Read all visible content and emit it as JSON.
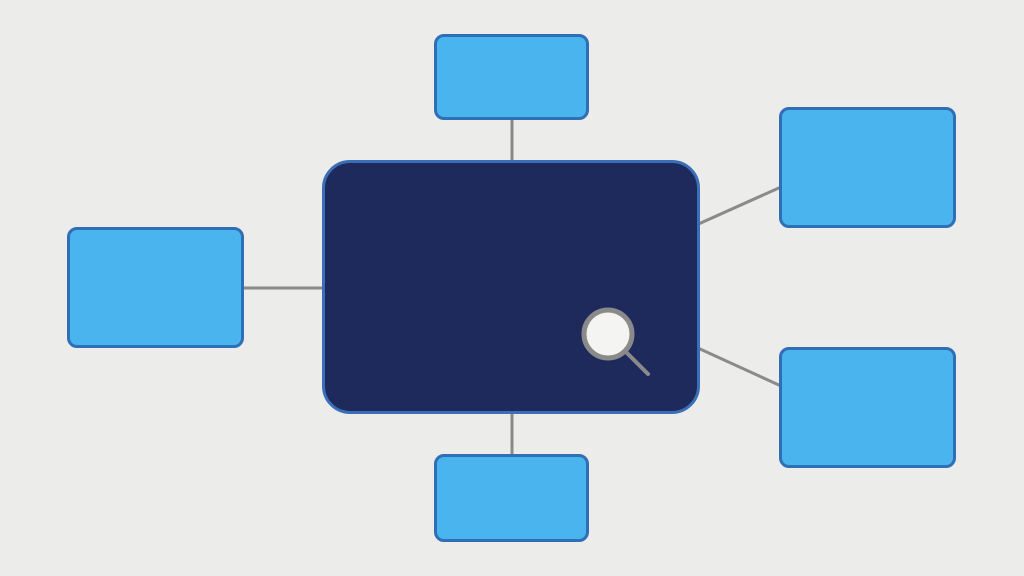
{
  "diagram": {
    "colors": {
      "background": "#ececea",
      "hub_fill": "#1f2a5c",
      "hub_border": "#3a6fb8",
      "node_fill": "#4ab4ee",
      "node_border": "#2f6fb5",
      "connector": "#8a8a8a",
      "search_ring": "#8a8a8a",
      "search_lens": "#f4f4f2"
    },
    "hub": {
      "icon": "search-icon"
    },
    "nodes": [
      {
        "id": "top"
      },
      {
        "id": "left"
      },
      {
        "id": "right-top"
      },
      {
        "id": "right-bottom"
      },
      {
        "id": "bottom"
      }
    ]
  }
}
